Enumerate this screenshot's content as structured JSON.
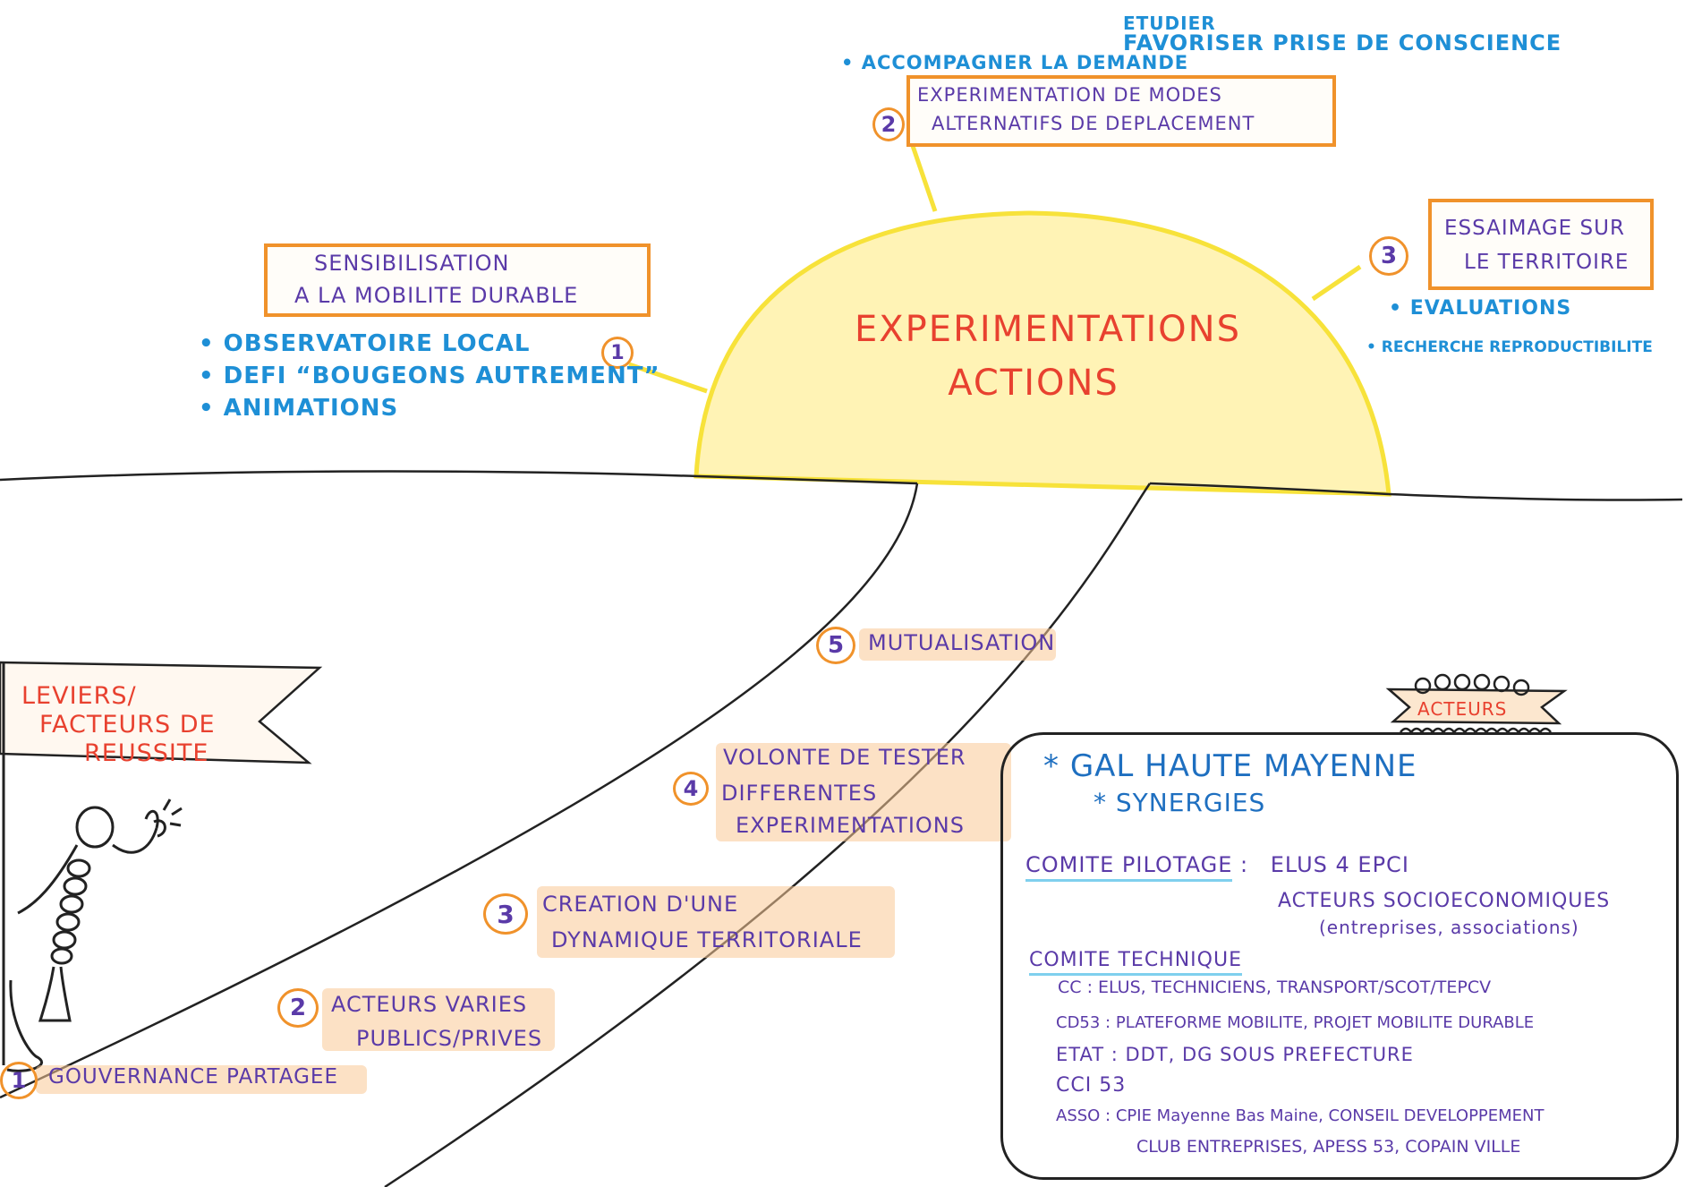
{
  "sun": {
    "title_line1": "EXPERIMENTATIONS",
    "title_line2": "ACTIONS"
  },
  "branch1": {
    "number": "1",
    "box_line1": "SENSIBILISATION",
    "box_line2": "A LA MOBILITE DURABLE",
    "bullets": [
      "OBSERVATOIRE LOCAL",
      "DEFI “BOUGEONS AUTREMENT”",
      "ANIMATIONS"
    ]
  },
  "branch2": {
    "number": "2",
    "box_line1": "EXPERIMENTATION DE MODES",
    "box_line2": "ALTERNATIFS DE DEPLACEMENT",
    "note_accompagner": "ACCOMPAGNER LA DEMANDE",
    "note_etudier": "ETUDIER",
    "note_favoriser": "FAVORISER PRISE DE CONSCIENCE"
  },
  "branch3": {
    "number": "3",
    "box_line1": "ESSAIMAGE SUR",
    "box_line2": "LE TERRITOIRE",
    "bullets": [
      "EVALUATIONS",
      "RECHERCHE REPRODUCTIBILITE"
    ]
  },
  "flag": {
    "line1": "LEVIERS/",
    "line2": "FACTEURS DE",
    "line3": "REUSSITE"
  },
  "levers": [
    {
      "number": "1",
      "lines": [
        "GOUVERNANCE PARTAGEE"
      ]
    },
    {
      "number": "2",
      "lines": [
        "ACTEURS VARIES",
        "PUBLICS/PRIVES"
      ]
    },
    {
      "number": "3",
      "lines": [
        "CREATION D'UNE",
        "DYNAMIQUE TERRITORIALE"
      ]
    },
    {
      "number": "4",
      "lines": [
        "VOLONTE DE TESTER",
        "DIFFERENTES",
        "EXPERIMENTATIONS"
      ]
    },
    {
      "number": "5",
      "lines": [
        "MUTUALISATION"
      ]
    }
  ],
  "actors": {
    "badge": "ACTEURS",
    "gal": "GAL HAUTE MAYENNE",
    "synergies": "SYNERGIES",
    "pilotage_label": "COMITE PILOTAGE",
    "pilotage_line1": "ELUS 4 EPCI",
    "pilotage_line2": "ACTEURS SOCIOECONOMIQUES",
    "pilotage_line3": "(entreprises, associations)",
    "technique_label": "COMITE TECHNIQUE",
    "cc": "CC : ELUS, TECHNICIENS, TRANSPORT/SCOT/TEPCV",
    "cd53": "CD53 : PLATEFORME MOBILITE, PROJET MOBILITE DURABLE",
    "etat": "ETAT : DDT, DG SOUS PREFECTURE",
    "cci": "CCI 53",
    "asso1": "ASSO : CPIE Mayenne Bas Maine, CONSEIL DEVELOPPEMENT",
    "asso2": "CLUB ENTREPRISES, APESS 53, COPAIN VILLE"
  },
  "colors": {
    "sun_fill": "#fff3b5",
    "sun_stroke": "#f7e23a",
    "accent_orange": "#f0922b",
    "bullet_blue": "#1e8fd6",
    "text_purple": "#5a3aa8",
    "title_red": "#e8412f"
  }
}
